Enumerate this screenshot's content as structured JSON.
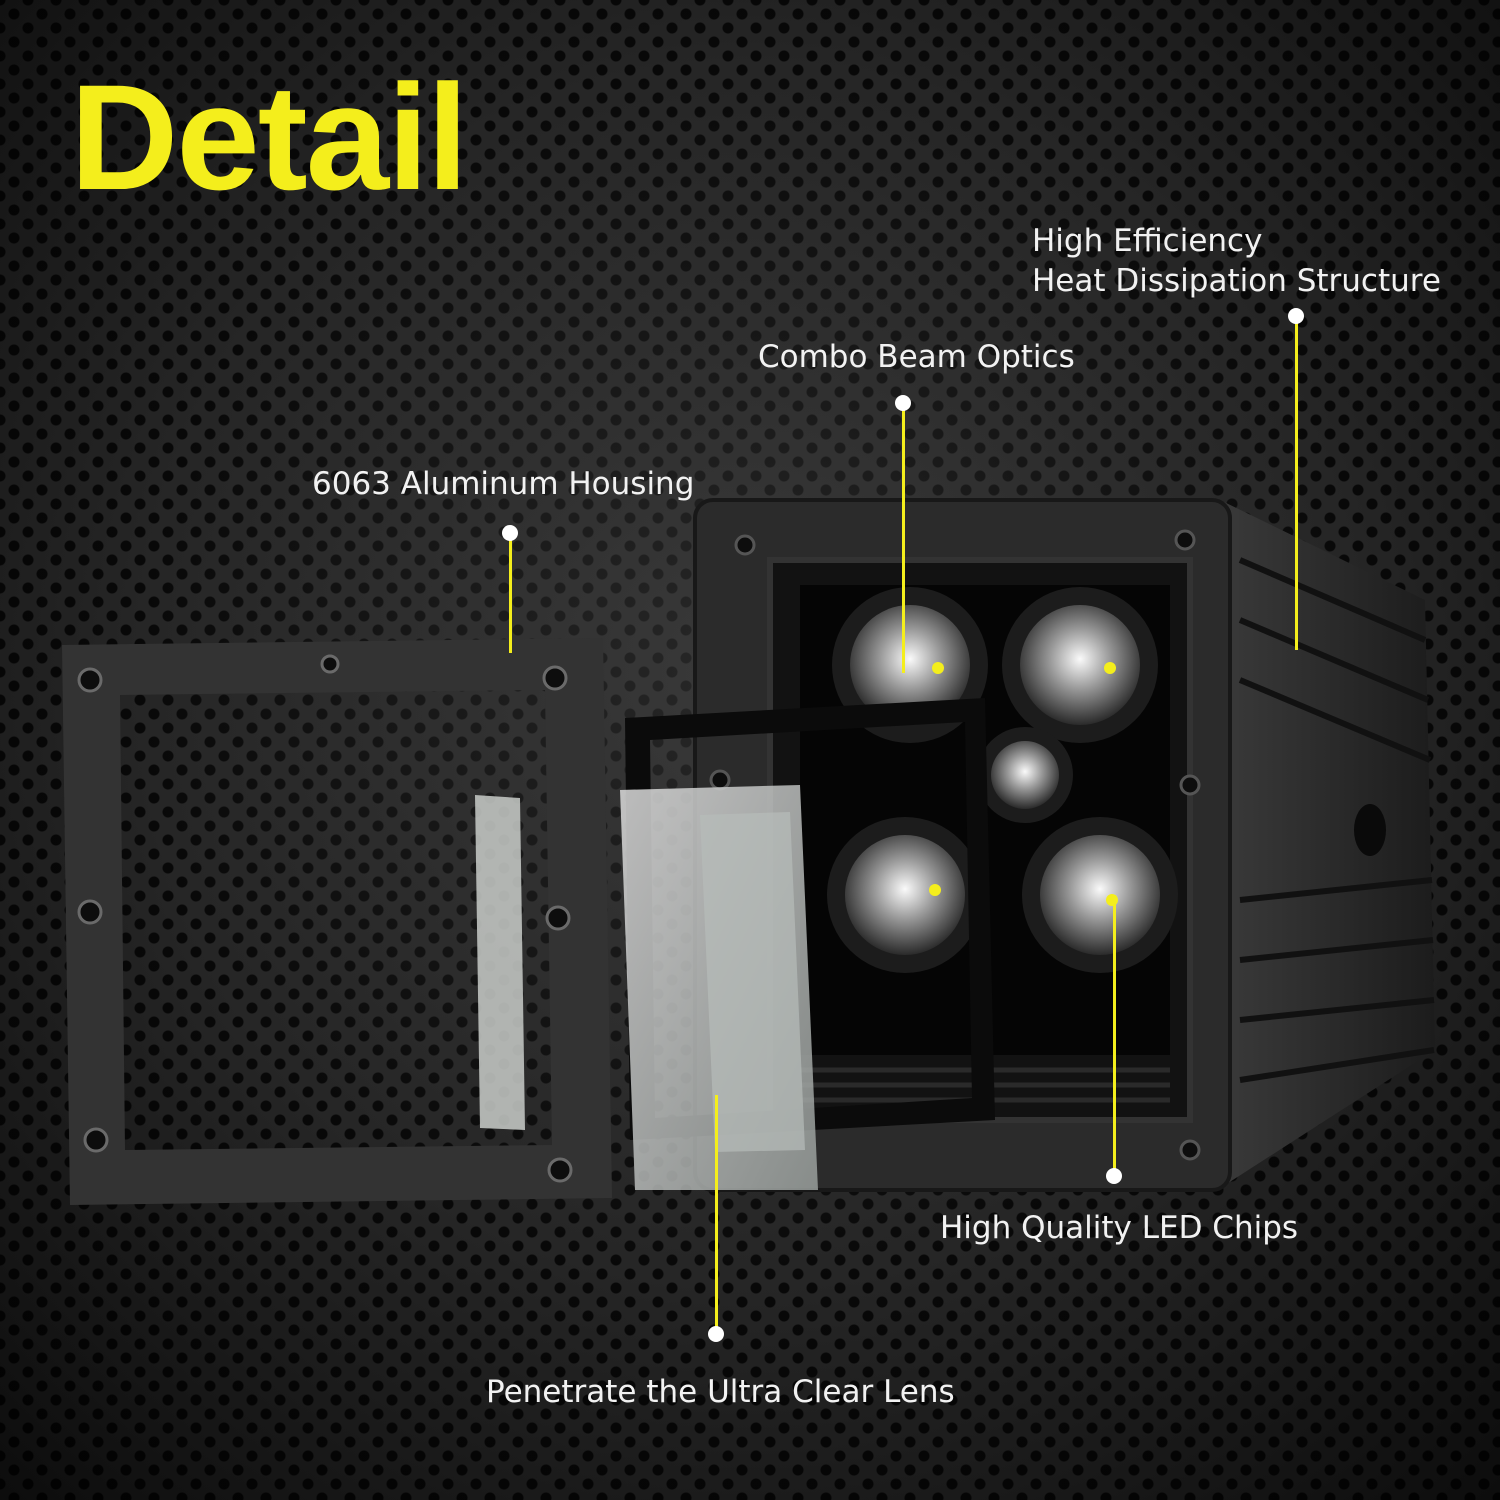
{
  "title": "Detail",
  "callouts": {
    "heat": {
      "line1": "High Efficiency",
      "line2": "Heat Dissipation Structure"
    },
    "optics": "Combo Beam Optics",
    "housing": "6063 Aluminum Housing",
    "chips": "High Quality LED Chips",
    "lens": "Penetrate the Ultra Clear Lens"
  },
  "colors": {
    "accent": "#f4ee1c",
    "label": "#f2f2f2",
    "background": "#1a1a1a"
  }
}
